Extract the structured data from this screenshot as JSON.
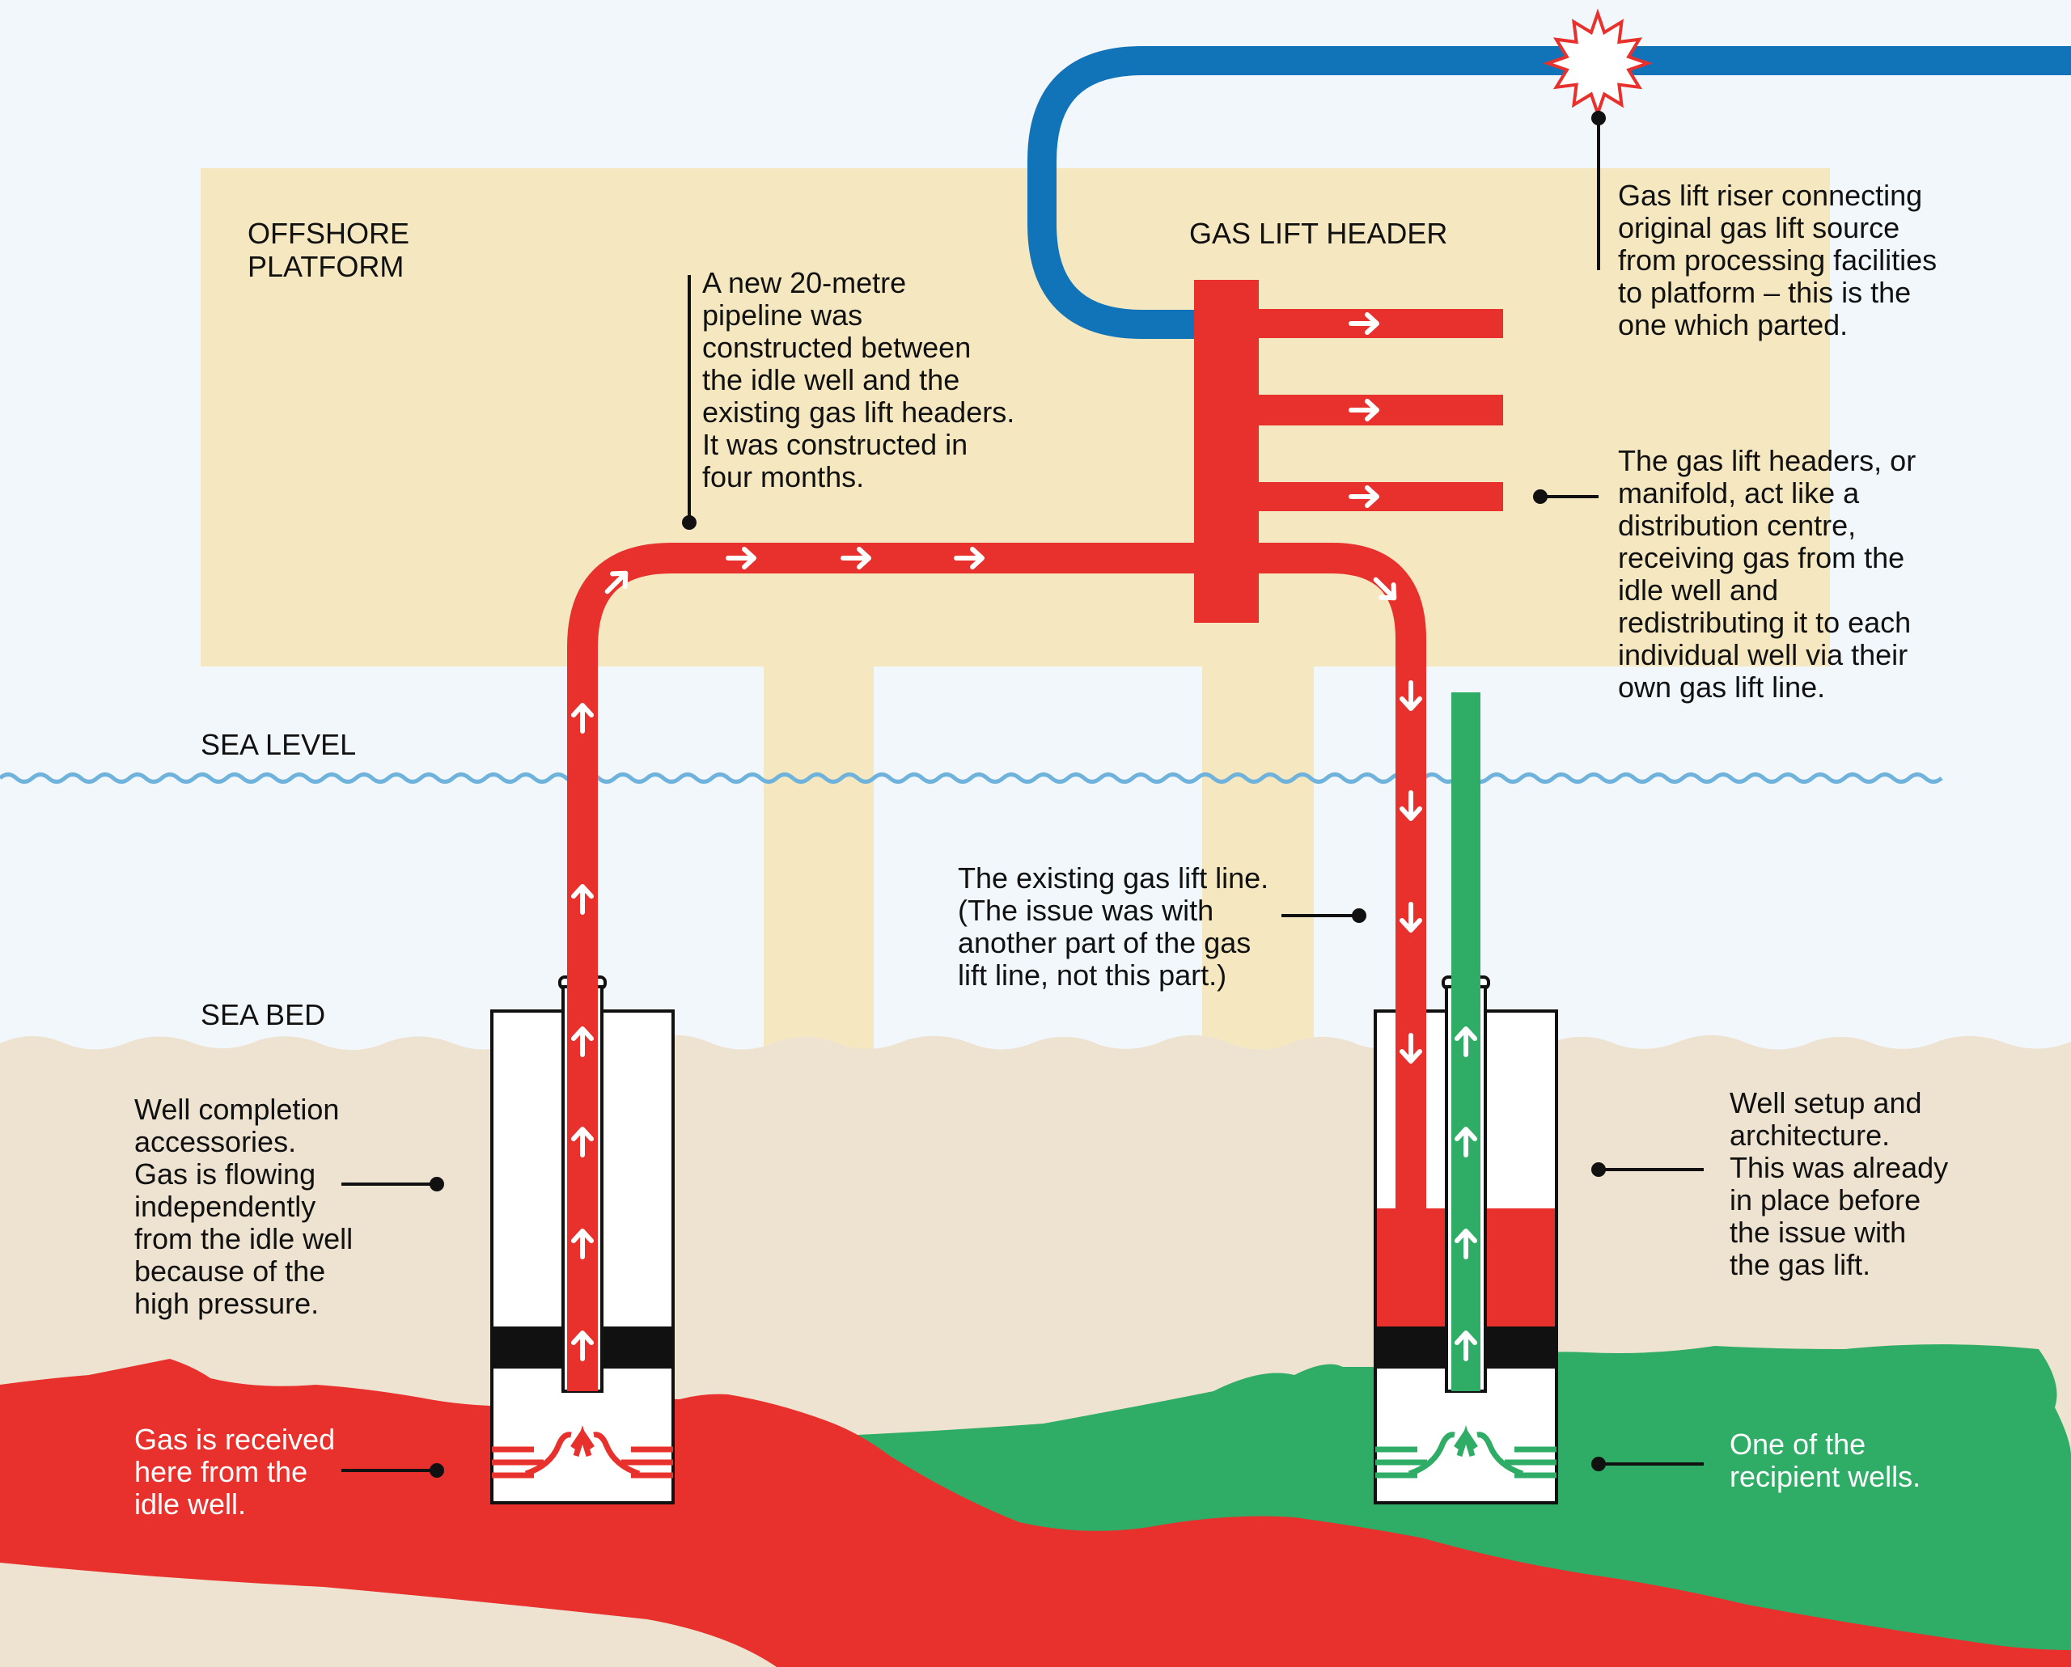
{
  "labels": {
    "offshore_platform": "OFFSHORE\nPLATFORM",
    "gas_lift_header": "GAS LIFT HEADER",
    "sea_level": "SEA LEVEL",
    "sea_bed": "SEA BED"
  },
  "annotations": {
    "new_pipeline": "A new 20-metre\npipeline was\nconstructed between\nthe idle well and the\nexisting gas lift headers.\nIt was constructed in\nfour months.",
    "gas_lift_riser": "Gas lift riser connecting\noriginal gas lift source\nfrom processing facilities\nto platform – this is the\none which parted.",
    "gas_lift_headers": "The gas lift headers, or\nmanifold, act like a\ndistribution centre,\nreceiving gas from the\nidle well and\nredistributing it to each\nindividual well via their\nown gas lift line.",
    "existing_line": "The existing gas lift line.\n(The issue was with\nanother part of the gas\nlift line, not this part.)",
    "well_completion": "Well completion\naccessories.\nGas is flowing\nindependently\nfrom the idle well\nbecause of the\nhigh pressure.",
    "well_setup": "Well setup and\narchitecture.\nThis was already\nin place before\nthe issue with\nthe gas lift.",
    "gas_received": "Gas is received\nhere from the\nidle well.",
    "recipient_well": "One of the\nrecipient wells."
  },
  "colors": {
    "sky": "#f1f7fb",
    "platform": "#f5e8c0",
    "seabed": "#eee2d0",
    "gas_red": "#e8312d",
    "oil_green": "#2fad67",
    "riser_blue": "#1173b8",
    "sea_line": "#6fb3dc",
    "ink": "#111111"
  },
  "icons": [
    "rupture-burst-icon",
    "flow-arrow-icon",
    "wave-line-icon"
  ]
}
